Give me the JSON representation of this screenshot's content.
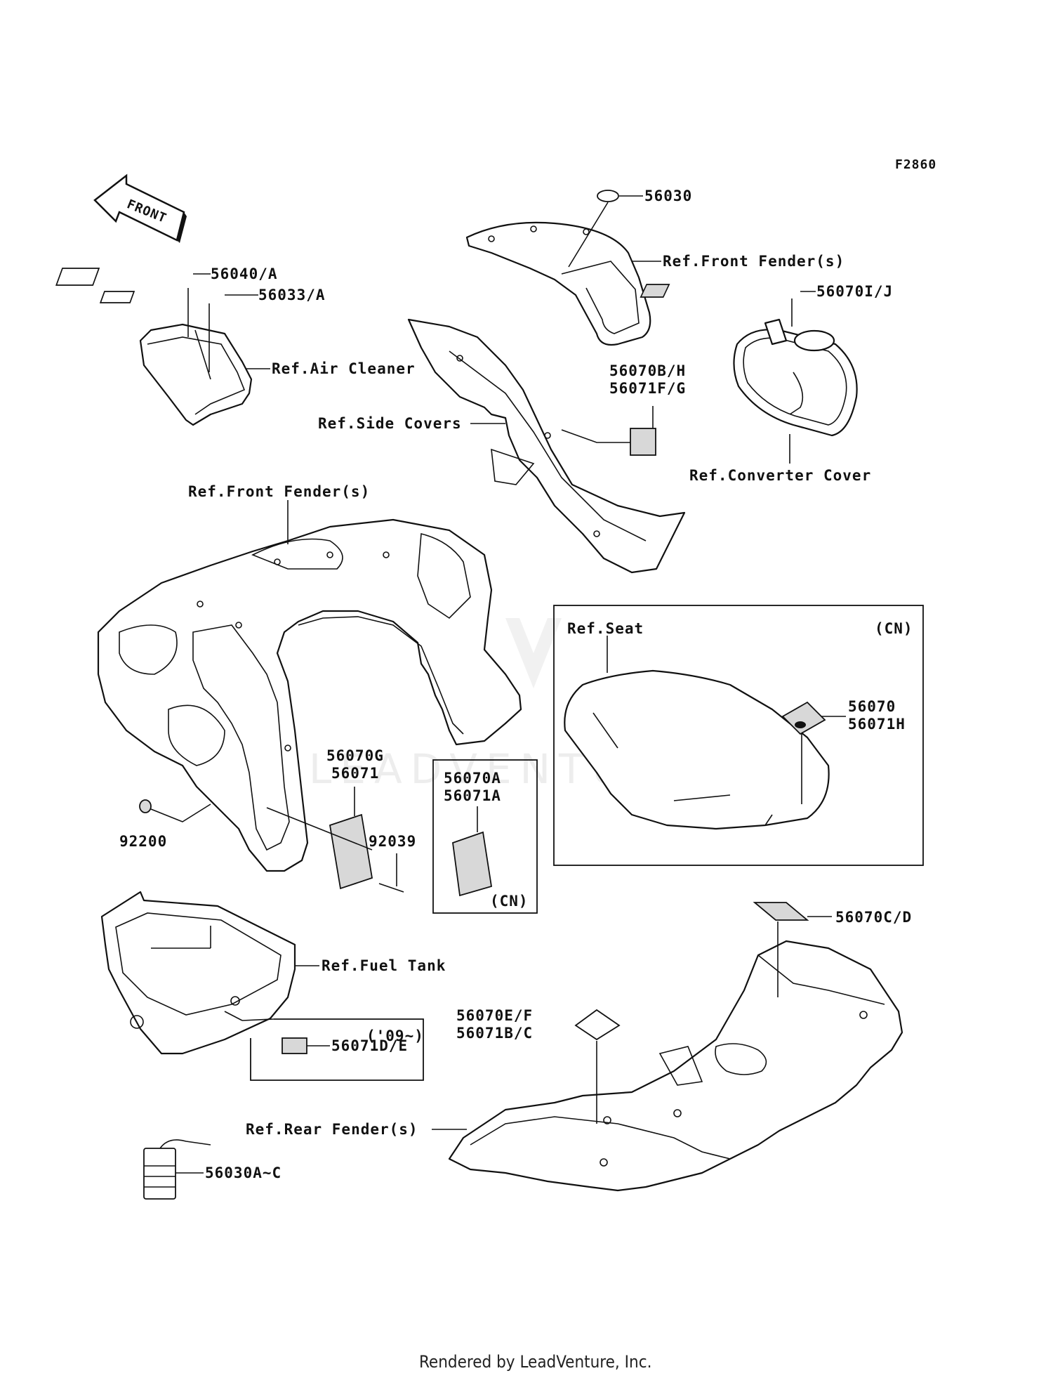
{
  "figure_code": "F2860",
  "front_label": "FRONT",
  "watermark": "LEADVENTURE",
  "footer": "Rendered by LeadVenture, Inc.",
  "callouts": {
    "p56030": "56030",
    "ref_front_fender_top": "Ref.Front Fender(s)",
    "p56040a": "56040/A",
    "p56033a": "56033/A",
    "ref_air_cleaner": "Ref.Air Cleaner",
    "p56070ij": "56070I/J",
    "p56070bh": "56070B/H",
    "p56071fg": "56071F/G",
    "ref_side_covers": "Ref.Side Covers",
    "ref_converter_cover": "Ref.Converter Cover",
    "ref_front_fender_main": "Ref.Front Fender(s)",
    "ref_seat": "Ref.Seat",
    "cn_seat": "(CN)",
    "p56070": "56070",
    "p56071h": "56071H",
    "p56070g": "56070G",
    "p56071": "56071",
    "p56070a": "56070A",
    "p56071a": "56071A",
    "cn_box": "(CN)",
    "p92039": "92039",
    "p92200": "92200",
    "p56070cd": "56070C/D",
    "ref_fuel_tank": "Ref.Fuel Tank",
    "year_09": "('09~)",
    "p56071de": "56071D/E",
    "p56070ef": "56070E/F",
    "p56071bc": "56071B/C",
    "ref_rear_fender": "Ref.Rear Fender(s)",
    "p56030ac": "56030A~C"
  }
}
